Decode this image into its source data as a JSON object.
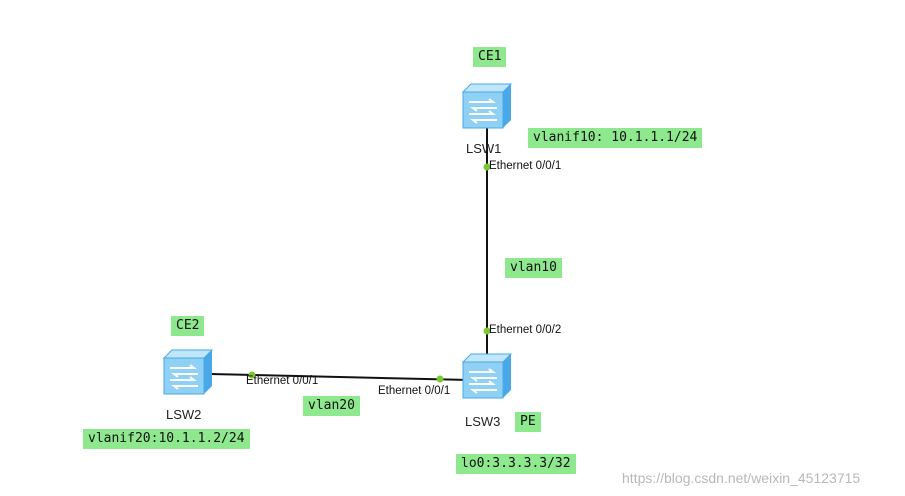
{
  "devices": {
    "lsw1": {
      "label": "LSW1",
      "tag": "CE1",
      "interface": "vlanif10: 10.1.1.1/24"
    },
    "lsw2": {
      "label": "LSW2",
      "tag": "CE2",
      "interface": "vlanif20:10.1.1.2/24"
    },
    "lsw3": {
      "label": "LSW3",
      "tag": "PE",
      "interface": "lo0:3.3.3.3/32"
    }
  },
  "ports": {
    "lsw1_port": "Ethernet 0/0/1",
    "lsw3_top_port": "Ethernet 0/0/2",
    "lsw2_port": "Ethernet 0/0/1",
    "lsw3_left_port": "Ethernet 0/0/1"
  },
  "links": {
    "vertical": "vlan10",
    "horizontal": "vlan20"
  },
  "watermark": "https://blog.csdn.net/weixin_45123715",
  "colors": {
    "tag_bg": "#8ee88e",
    "port_dot": "#7cc832",
    "switch_face": "#8fd0f5",
    "switch_side": "#4aa8e8"
  }
}
